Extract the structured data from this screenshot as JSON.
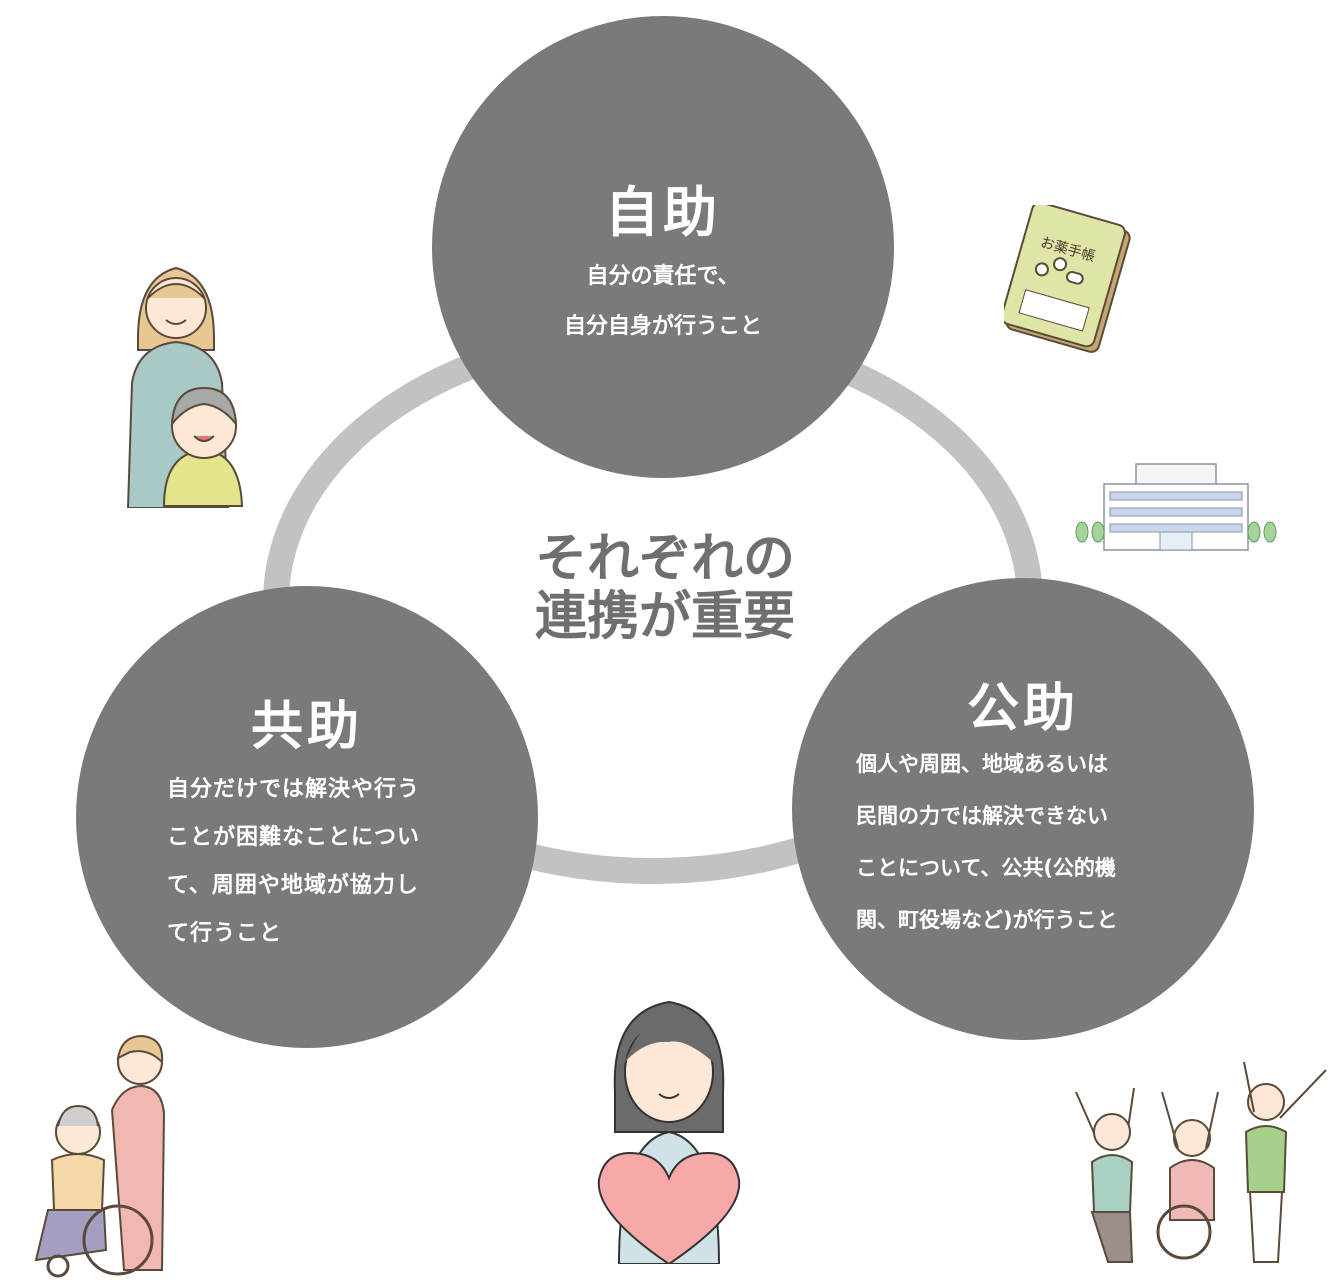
{
  "center": {
    "text": "それぞれの\n連携が重要"
  },
  "circles": [
    {
      "id": "jijo",
      "title": "自助",
      "description": "自分の責任で、\n自分自身が行うこと"
    },
    {
      "id": "kyojo",
      "title": "共助",
      "description": "自分だけでは解決や行う\nことが困難なことについ\nて、周囲や地域が協力し\nて行うこと"
    },
    {
      "id": "kojo",
      "title": "公助",
      "description": "個人や周囲、地域あるいは\n民間の力では解決できない\nことについて、公共(公的機\n関、町役場など)が行うこと"
    }
  ],
  "illustrations": {
    "medicine_book_label": "お薬手帳"
  },
  "colors": {
    "circle": "#7a7a7a",
    "ring": "#c2c2c2",
    "center_text": "#6f6f6f",
    "heart": "#f7a9a8"
  }
}
